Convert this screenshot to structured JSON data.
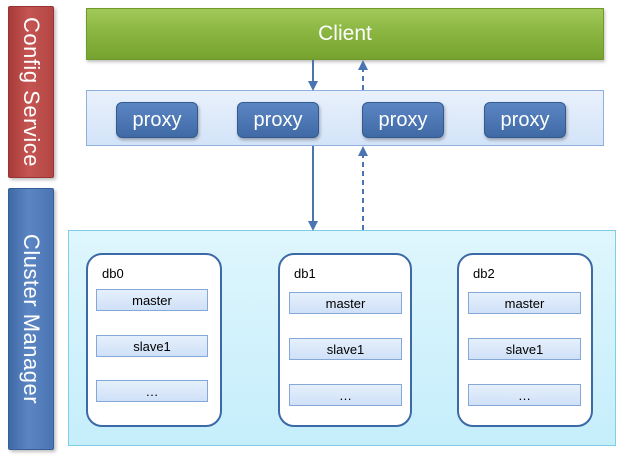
{
  "left_bars": {
    "config_service": "Config  Service",
    "cluster_manager": "Cluster  Manager"
  },
  "client": "Client",
  "proxies": [
    "proxy",
    "proxy",
    "proxy",
    "proxy"
  ],
  "db_groups": [
    {
      "label": "db0",
      "cells": [
        "master",
        "slave1",
        "…"
      ]
    },
    {
      "label": "db1",
      "cells": [
        "master",
        "slave1",
        "…"
      ]
    },
    {
      "label": "db2",
      "cells": [
        "master",
        "slave1",
        "…"
      ]
    }
  ],
  "colors": {
    "config_bar": "#c0504d",
    "cluster_bar": "#4f81bd",
    "client_bar": "#86b23d",
    "proxy_box": "#4a74b2",
    "arrow": "#4a74b2"
  }
}
